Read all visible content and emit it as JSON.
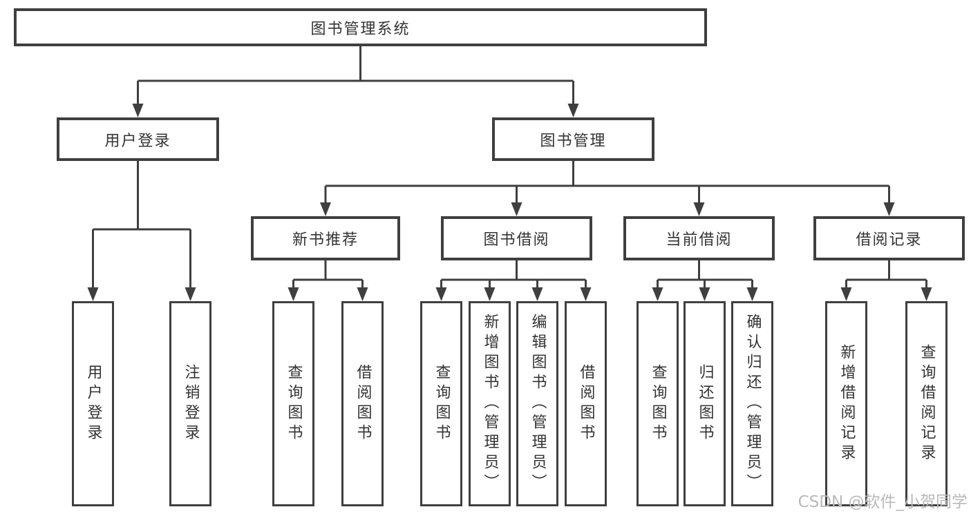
{
  "diagram": {
    "watermark": "CSDN @软件_小贺同学",
    "colors": {
      "line": "#3f3f3f",
      "text": "#333333",
      "background": "#ffffff",
      "watermark": "#b9b9b9"
    },
    "tree": {
      "label": "图书管理系统",
      "children": [
        {
          "label": "用户登录",
          "children": [
            {
              "label": "用户登录"
            },
            {
              "label": "注销登录"
            }
          ]
        },
        {
          "label": "图书管理",
          "children": [
            {
              "label": "新书推荐",
              "children": [
                {
                  "label": "查询图书"
                },
                {
                  "label": "借阅图书"
                }
              ]
            },
            {
              "label": "图书借阅",
              "children": [
                {
                  "label": "查询图书"
                },
                {
                  "label": "新增图书（管理员）"
                },
                {
                  "label": "编辑图书（管理员）"
                },
                {
                  "label": "借阅图书"
                }
              ]
            },
            {
              "label": "当前借阅",
              "children": [
                {
                  "label": "查询图书"
                },
                {
                  "label": "归还图书"
                },
                {
                  "label": "确认归还（管理员）"
                }
              ]
            },
            {
              "label": "借阅记录",
              "children": [
                {
                  "label": "新增借阅记录"
                },
                {
                  "label": "查询借阅记录"
                }
              ]
            }
          ]
        }
      ]
    }
  }
}
